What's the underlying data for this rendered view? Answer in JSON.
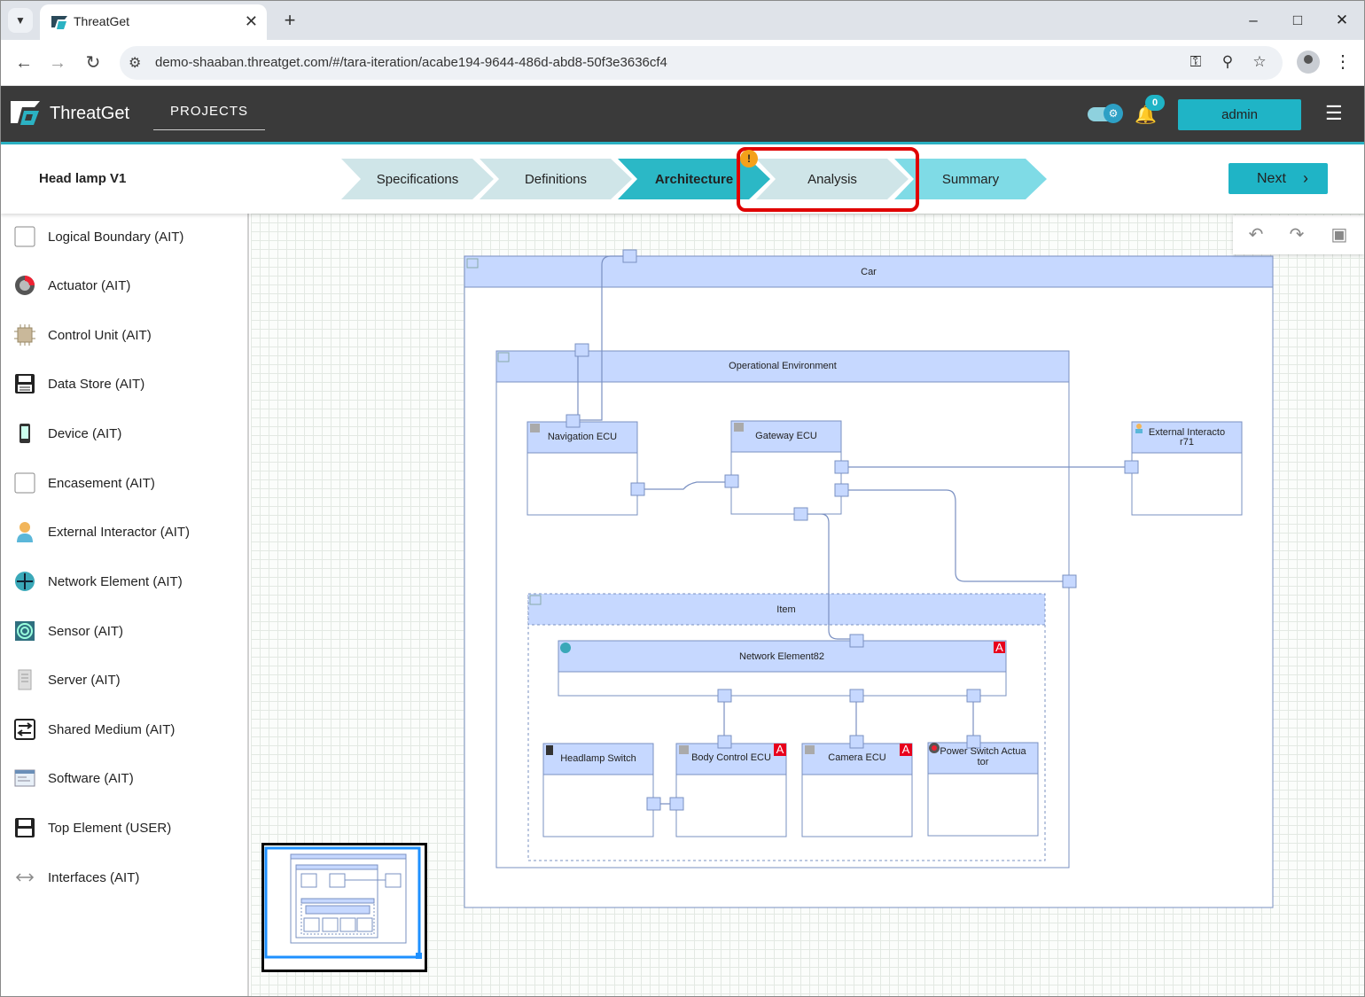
{
  "browser": {
    "tab_title": "ThreatGet",
    "url": "demo-shaaban.threatget.com/#/tara-iteration/acabe194-9644-486d-abd8-50f3e3636cf4"
  },
  "app": {
    "name": "ThreatGet",
    "nav_projects": "PROJECTS",
    "notification_count": "0",
    "user_button": "admin"
  },
  "project": {
    "name": "Head lamp V1"
  },
  "stepper": {
    "steps": [
      {
        "label": "Specifications",
        "state": "done"
      },
      {
        "label": "Definitions",
        "state": "done"
      },
      {
        "label": "Architecture",
        "state": "active"
      },
      {
        "label": "Analysis",
        "state": "pending",
        "warning": "!"
      },
      {
        "label": "Summary",
        "state": "pending"
      }
    ],
    "next_label": "Next"
  },
  "palette": {
    "items": [
      {
        "label": "Logical Boundary (AIT)",
        "icon": "logical-boundary-icon"
      },
      {
        "label": "Actuator (AIT)",
        "icon": "actuator-icon"
      },
      {
        "label": "Control Unit (AIT)",
        "icon": "control-unit-icon"
      },
      {
        "label": "Data Store (AIT)",
        "icon": "data-store-icon"
      },
      {
        "label": "Device (AIT)",
        "icon": "device-icon"
      },
      {
        "label": "Encasement (AIT)",
        "icon": "encasement-icon"
      },
      {
        "label": "External Interactor (AIT)",
        "icon": "external-interactor-icon"
      },
      {
        "label": "Network Element (AIT)",
        "icon": "network-element-icon"
      },
      {
        "label": "Sensor (AIT)",
        "icon": "sensor-icon"
      },
      {
        "label": "Server (AIT)",
        "icon": "server-icon"
      },
      {
        "label": "Shared Medium (AIT)",
        "icon": "shared-medium-icon"
      },
      {
        "label": "Software (AIT)",
        "icon": "software-icon"
      },
      {
        "label": "Top Element (USER)",
        "icon": "top-element-icon"
      },
      {
        "label": "Interfaces (AIT)",
        "icon": "interfaces-icon"
      }
    ]
  },
  "diagram": {
    "boundaries": {
      "car": "Car",
      "operational_environment": "Operational Environment",
      "item": "Item"
    },
    "nodes": {
      "navigation_ecu": "Navigation ECU",
      "gateway_ecu": "Gateway ECU",
      "external_interactor": [
        "External Interacto",
        "r71"
      ],
      "network_element": "Network Element82",
      "headlamp_switch": "Headlamp Switch",
      "body_control_ecu": "Body Control ECU",
      "camera_ecu": "Camera ECU",
      "power_switch_actuator": [
        "Power Switch Actua",
        "tor"
      ]
    },
    "asset_badge": "A"
  },
  "colors": {
    "accent": "#1fb4c6",
    "header_bg": "#3a3a3a",
    "node_header": "#c6d8ff",
    "node_border": "#7a90c2",
    "highlight": "#e00000",
    "warning": "#f4a11a",
    "asset_badge": "#e8001c"
  }
}
